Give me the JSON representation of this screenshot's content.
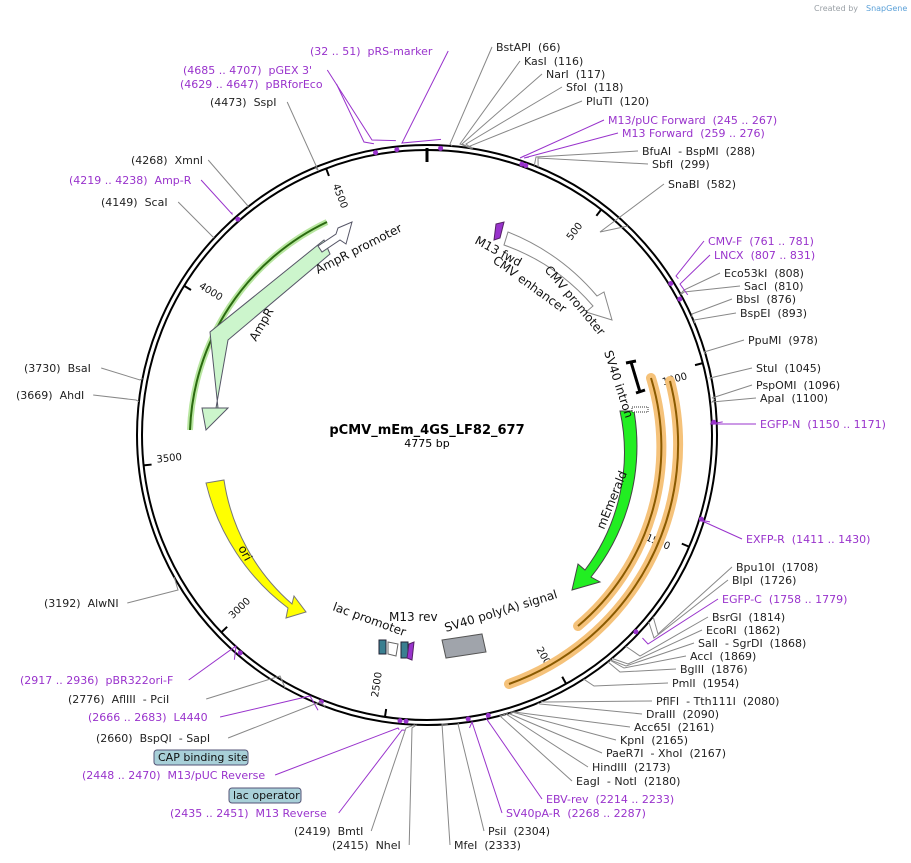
{
  "brand": {
    "prefix": "Created by",
    "name": "SnapGene"
  },
  "plasmid": {
    "name": "pCMV_mEm_4GS_LF82_677",
    "length_label": "4775 bp",
    "length": 4775
  },
  "colors": {
    "primer": "#9933cc",
    "ampr": "#ccf5cc",
    "ori": "#ffff00",
    "memerald": "#22ee22",
    "sv40pa": "#a0a4ab",
    "highlight": "#f5c27a",
    "lac_box": "#a8d0d8",
    "outline": "#000000"
  },
  "ticks": [
    "500",
    "1000",
    "1500",
    "2000",
    "2500",
    "3000",
    "3500",
    "4000",
    "4500"
  ],
  "features": [
    {
      "name": "AmpR promoter"
    },
    {
      "name": "AmpR"
    },
    {
      "name": "ori"
    },
    {
      "name": "lac promoter"
    },
    {
      "name": "M13 rev"
    },
    {
      "name": "SV40 poly(A) signal"
    },
    {
      "name": "mEmerald"
    },
    {
      "name": "SV40 intron"
    },
    {
      "name": "CMV promoter"
    },
    {
      "name": "CMV enhancer"
    },
    {
      "name": "M13 fwd"
    }
  ],
  "boxed_labels": [
    "CAP binding site",
    "lac operator"
  ],
  "labels": [
    {
      "text": "(32 .. 51)  pRS-marker",
      "type": "primer"
    },
    {
      "text": "(4685 .. 4707)  pGEX 3'",
      "type": "primer"
    },
    {
      "text": "(4629 .. 4647)  pBRforEco",
      "type": "primer"
    },
    {
      "text": "(4473)  SspI",
      "type": "enzyme"
    },
    {
      "text": "(4268)  XmnI",
      "type": "enzyme"
    },
    {
      "text": "(4219 .. 4238)  Amp-R",
      "type": "primer"
    },
    {
      "text": "(4149)  ScaI",
      "type": "enzyme"
    },
    {
      "text": "(3730)  BsaI",
      "type": "enzyme"
    },
    {
      "text": "(3669)  AhdI",
      "type": "enzyme"
    },
    {
      "text": "(3192)  AlwNI",
      "type": "enzyme"
    },
    {
      "text": "(2917 .. 2936)  pBR322ori-F",
      "type": "primer"
    },
    {
      "text": "(2776)  AflIII  - PciI",
      "type": "enzyme"
    },
    {
      "text": "(2666 .. 2683)  L4440",
      "type": "primer"
    },
    {
      "text": "(2660)  BspQI  - SapI",
      "type": "enzyme"
    },
    {
      "text": "(2448 .. 2470)  M13/pUC Reverse",
      "type": "primer"
    },
    {
      "text": "(2435 .. 2451)  M13 Reverse",
      "type": "primer"
    },
    {
      "text": "(2419)  BmtI",
      "type": "enzyme"
    },
    {
      "text": "(2415)  NheI",
      "type": "enzyme"
    },
    {
      "text": "MfeI  (2333)",
      "type": "enzyme"
    },
    {
      "text": "PsiI  (2304)",
      "type": "enzyme"
    },
    {
      "text": "SV40pA-R  (2268 .. 2287)",
      "type": "primer"
    },
    {
      "text": "EBV-rev  (2214 .. 2233)",
      "type": "primer"
    },
    {
      "text": "EagI  - NotI  (2180)",
      "type": "enzyme"
    },
    {
      "text": "HindIII  (2173)",
      "type": "enzyme"
    },
    {
      "text": "PaeR7I  - XhoI  (2167)",
      "type": "enzyme"
    },
    {
      "text": "KpnI  (2165)",
      "type": "enzyme"
    },
    {
      "text": "Acc65I  (2161)",
      "type": "enzyme"
    },
    {
      "text": "DraIII  (2090)",
      "type": "enzyme"
    },
    {
      "text": "PflFI  - Tth111I  (2080)",
      "type": "enzyme"
    },
    {
      "text": "PmlI  (1954)",
      "type": "enzyme"
    },
    {
      "text": "BglII  (1876)",
      "type": "enzyme"
    },
    {
      "text": "AccI  (1869)",
      "type": "enzyme"
    },
    {
      "text": "SalI  - SgrDI  (1868)",
      "type": "enzyme"
    },
    {
      "text": "EcoRI  (1862)",
      "type": "enzyme"
    },
    {
      "text": "BsrGI  (1814)",
      "type": "enzyme"
    },
    {
      "text": "EGFP-C  (1758 .. 1779)",
      "type": "primer"
    },
    {
      "text": "BlpI  (1726)",
      "type": "enzyme"
    },
    {
      "text": "Bpu10I  (1708)",
      "type": "enzyme"
    },
    {
      "text": "EXFP-R  (1411 .. 1430)",
      "type": "primer"
    },
    {
      "text": "EGFP-N  (1150 .. 1171)",
      "type": "primer"
    },
    {
      "text": "ApaI  (1100)",
      "type": "enzyme"
    },
    {
      "text": "PspOMI  (1096)",
      "type": "enzyme"
    },
    {
      "text": "StuI  (1045)",
      "type": "enzyme"
    },
    {
      "text": "PpuMI  (978)",
      "type": "enzyme"
    },
    {
      "text": "BspEI  (893)",
      "type": "enzyme"
    },
    {
      "text": "BbsI  (876)",
      "type": "enzyme"
    },
    {
      "text": "SacI  (810)",
      "type": "enzyme"
    },
    {
      "text": "Eco53kI  (808)",
      "type": "enzyme"
    },
    {
      "text": "LNCX  (807 .. 831)",
      "type": "primer"
    },
    {
      "text": "CMV-F  (761 .. 781)",
      "type": "primer"
    },
    {
      "text": "SnaBI  (582)",
      "type": "enzyme"
    },
    {
      "text": "SbfI  (299)",
      "type": "enzyme"
    },
    {
      "text": "BfuAI  - BspMI  (288)",
      "type": "enzyme"
    },
    {
      "text": "M13 Forward  (259 .. 276)",
      "type": "primer"
    },
    {
      "text": "M13/pUC Forward  (245 .. 267)",
      "type": "primer"
    },
    {
      "text": "PluTI  (120)",
      "type": "enzyme"
    },
    {
      "text": "SfoI  (118)",
      "type": "enzyme"
    },
    {
      "text": "NarI  (117)",
      "type": "enzyme"
    },
    {
      "text": "KasI  (116)",
      "type": "enzyme"
    },
    {
      "text": "BstAPI  (66)",
      "type": "enzyme"
    }
  ]
}
